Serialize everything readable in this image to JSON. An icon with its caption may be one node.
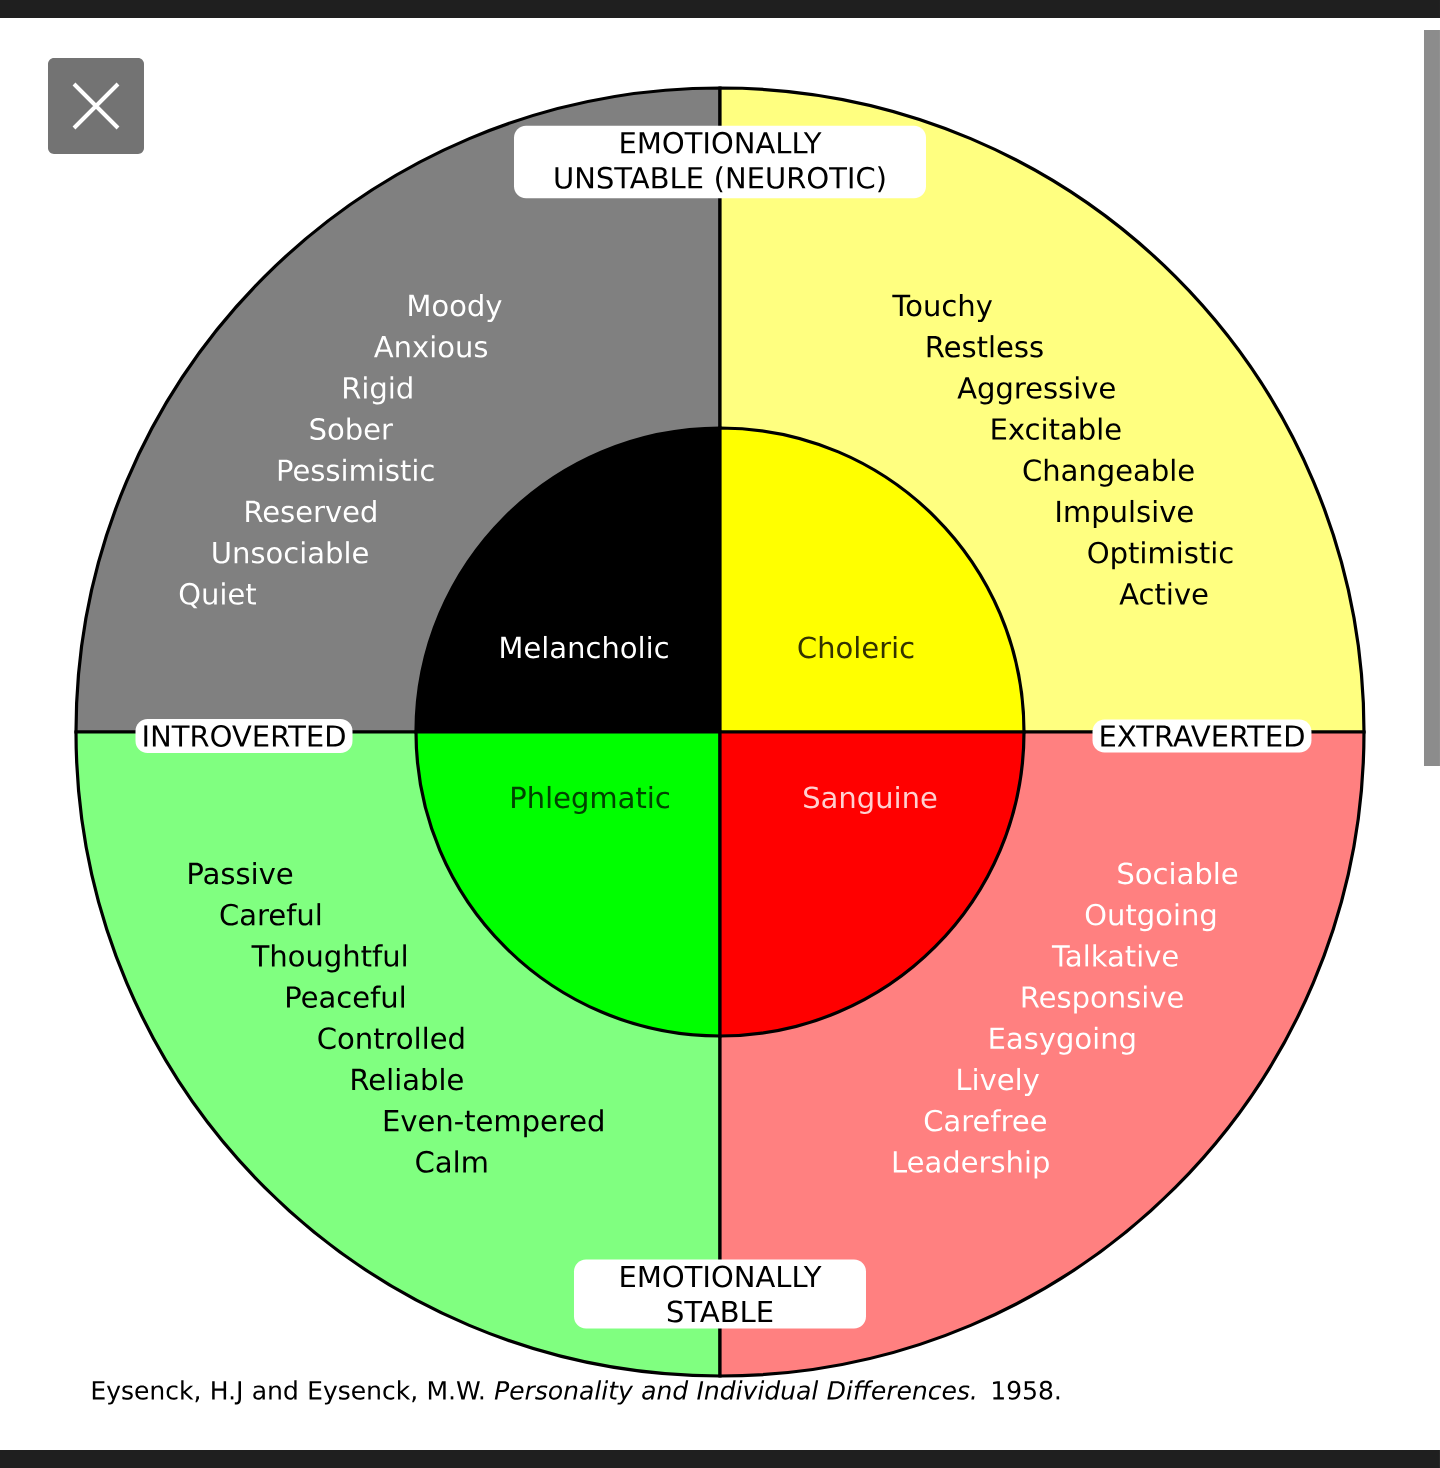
{
  "diagram": {
    "nodes": [
      {
        "text": [
          "Moody",
          "Anxious",
          "Rigid",
          "Sober",
          "Pessimistic",
          "Reserved",
          "Unsociable",
          "Quiet"
        ]
      },
      {
        "text": [
          "Touchy",
          "Restless",
          "Aggressive",
          "Excitable",
          "Changeable",
          "Impulsive",
          "Optimistic",
          "Active"
        ]
      },
      {
        "text": [
          "Passive",
          "Careful",
          "Thoughtful",
          "Peaceful",
          "Controlled",
          "Reliable",
          "Even-tempered",
          "Calm"
        ]
      },
      {
        "text": [
          "Sociable",
          "Outgoing",
          "Talkative",
          "Responsive",
          "Easygoing",
          "Lively",
          "Carefree",
          "Leadership"
        ]
      },
      {
        "text": [
          "Melancholic"
        ],
        "in": 0
      },
      {
        "text": [
          "Choleric"
        ],
        "in": 1
      },
      {
        "text": [
          "Phlegmatic"
        ],
        "in": 2
      },
      {
        "text": [
          "Sanguine"
        ],
        "in": 3
      }
    ],
    "edges": [],
    "labels": [
      "EMOTIONALLY UNSTABLE (NEUROTIC)",
      "INTROVERTED",
      "EXTRAVERTED",
      "EMOTIONALLY STABLE"
    ],
    "caption": "Eysenck, H.J and Eysenck, M.W. *Personality and Individual Differences.* 1958."
  }
}
